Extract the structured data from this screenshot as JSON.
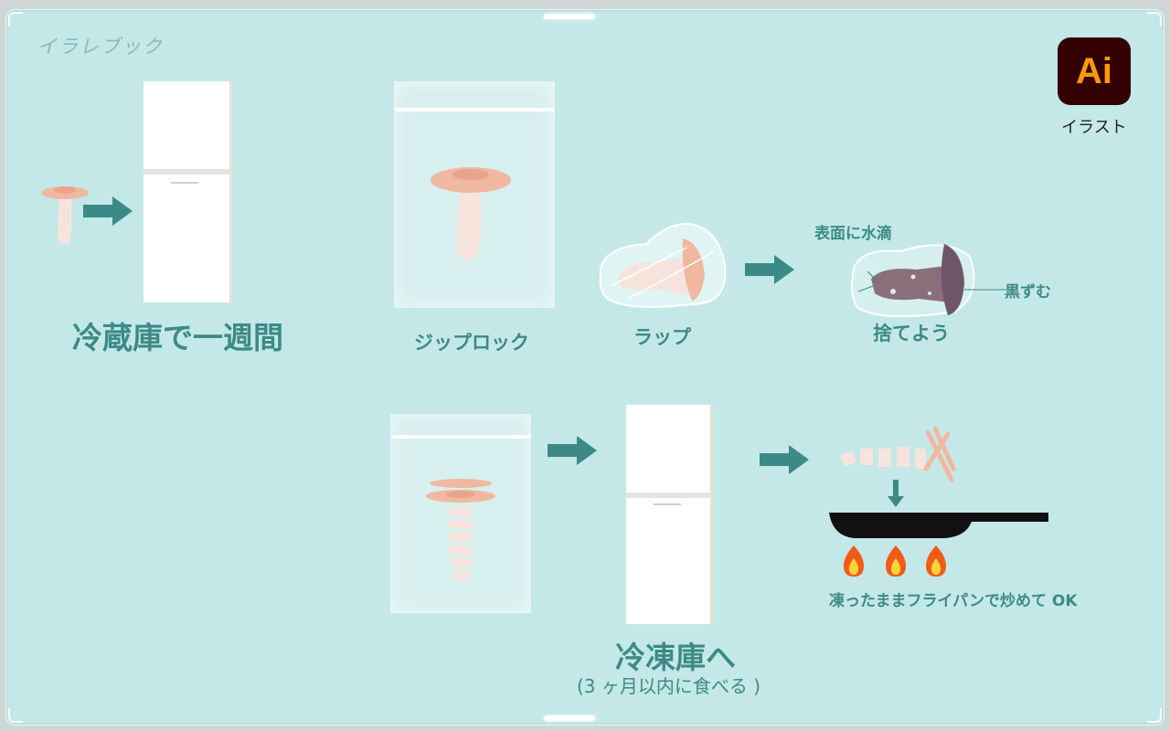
{
  "brand": "イラレブック",
  "badge": {
    "logo_text": "Ai",
    "label": "イラスト"
  },
  "labels": {
    "fridge_week": "冷蔵庫で一週間",
    "ziplock": "ジップロック",
    "wrap": "ラップ",
    "droplets": "表面に水滴",
    "darkening": "黒ずむ",
    "discard": "捨てよう",
    "freezer": "冷凍庫へ",
    "freezer_note": "(3 ヶ月以内に食べる )",
    "cook": "凍ったままフライパンで炒めて OK"
  },
  "colors": {
    "background": "#c4e8e7",
    "accent": "#3c8a87",
    "mushroom_cap": "#f0b8a0",
    "mushroom_stem": "#f6e4dc",
    "ai_bg": "#330000",
    "ai_fg": "#ff9a00",
    "flame_outer": "#f25a18",
    "flame_inner": "#ffd43a"
  },
  "icons": [
    "arrow-right-icon",
    "arrow-down-icon",
    "flame-icon",
    "frying-pan-icon",
    "mushroom-icon",
    "refrigerator-icon",
    "zip-bag-icon"
  ]
}
